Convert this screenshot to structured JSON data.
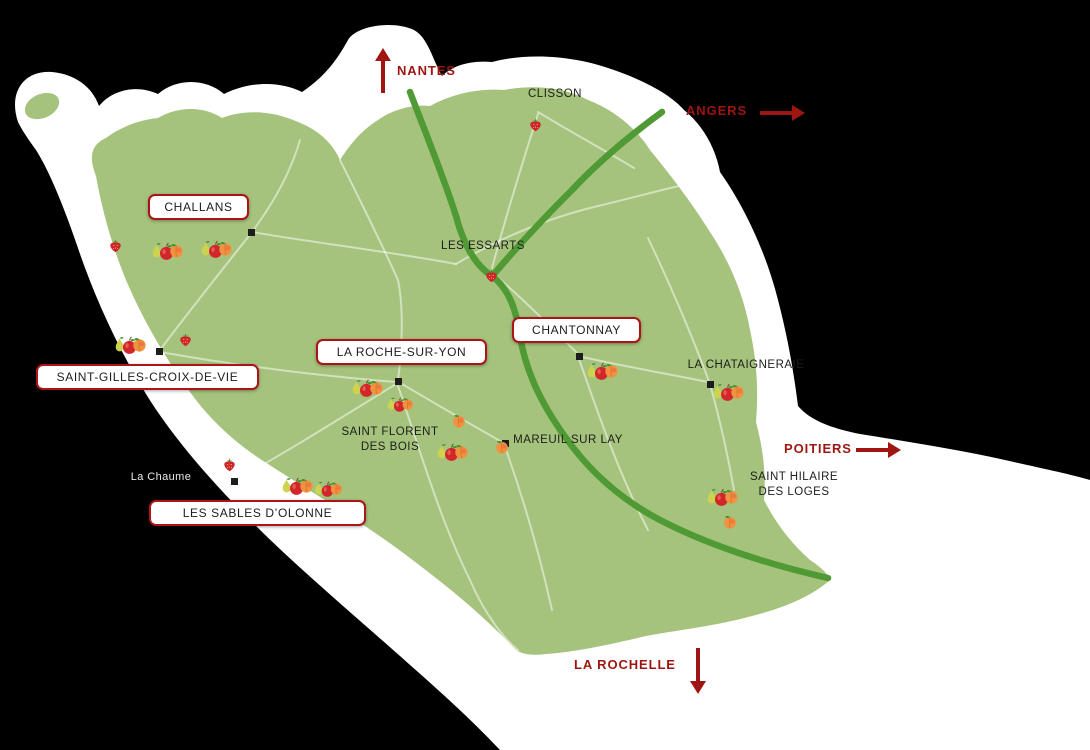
{
  "direction_labels": {
    "nantes": "NANTES",
    "angers": "ANGERS",
    "poitiers": "POITIERS",
    "la_rochelle": "LA ROCHELLE"
  },
  "boxed_city_labels": {
    "challans": "CHALLANS",
    "la_roche_sur_yon": "LA ROCHE-SUR-YON",
    "chantonnay": "CHANTONNAY",
    "saint_gilles_croix_de_vie": "SAINT-GILLES-CROIX-DE-VIE",
    "les_sables_d_olonne": "LES SABLES D’OLONNE"
  },
  "city_labels": {
    "clisson": "CLISSON",
    "les_essarts": "LES ESSARTS",
    "la_chataigneraie": "LA CHATAIGNERAIE",
    "saint_florent_des_bois": {
      "line1": "SAINT FLORENT",
      "line2": "DES BOIS"
    },
    "mareuil_sur_lay": "MAREUIL SUR LAY",
    "saint_hilaire_des_loges": {
      "line1": "SAINT HILAIRE",
      "line2": "DES LOGES"
    },
    "la_chaume": "La Chaume"
  },
  "markers": [
    {
      "icon": "strawberry-icon",
      "area": "Challans west"
    },
    {
      "icon": "fruit-cluster-icon",
      "area": "Challans"
    },
    {
      "icon": "fruit-cluster-icon",
      "area": "Challans east"
    },
    {
      "icon": "fruit-cluster-icon",
      "area": "Saint-Gilles-Croix-de-Vie"
    },
    {
      "icon": "strawberry-icon",
      "area": "Saint-Gilles-Croix-de-Vie east"
    },
    {
      "icon": "strawberry-icon",
      "area": "Clisson"
    },
    {
      "icon": "strawberry-icon",
      "area": "Les Essarts"
    },
    {
      "icon": "fruit-cluster-icon",
      "area": "La Roche-sur-Yon"
    },
    {
      "icon": "fruit-cluster-icon",
      "area": "La Roche-sur-Yon south"
    },
    {
      "icon": "fruit-cluster-icon",
      "area": "Chantonnay"
    },
    {
      "icon": "fruit-cluster-icon",
      "area": "La Chataigneraie"
    },
    {
      "icon": "peach-icon",
      "area": "Saint Florent des Bois north"
    },
    {
      "icon": "fruit-cluster-icon",
      "area": "Saint Florent des Bois"
    },
    {
      "icon": "peach-icon",
      "area": "Mareuil sur Lay"
    },
    {
      "icon": "strawberry-icon",
      "area": "Les Sables d'Olonne coast"
    },
    {
      "icon": "fruit-cluster-icon",
      "area": "Les Sables d'Olonne"
    },
    {
      "icon": "fruit-cluster-icon",
      "area": "Les Sables d'Olonne east"
    },
    {
      "icon": "fruit-cluster-icon",
      "area": "Saint Hilaire des Loges"
    },
    {
      "icon": "peach-icon",
      "area": "Saint Hilaire des Loges south"
    }
  ],
  "colors": {
    "background": "#000000",
    "coastal_land_white": "#ffffff",
    "region_green": "#a5c37c",
    "major_road_green": "#4f9a35",
    "minor_road_white": "#ffffff",
    "direction_red": "#9e1511",
    "city_box_border_red": "#ae1317",
    "label_text": "#1d1d1b"
  }
}
